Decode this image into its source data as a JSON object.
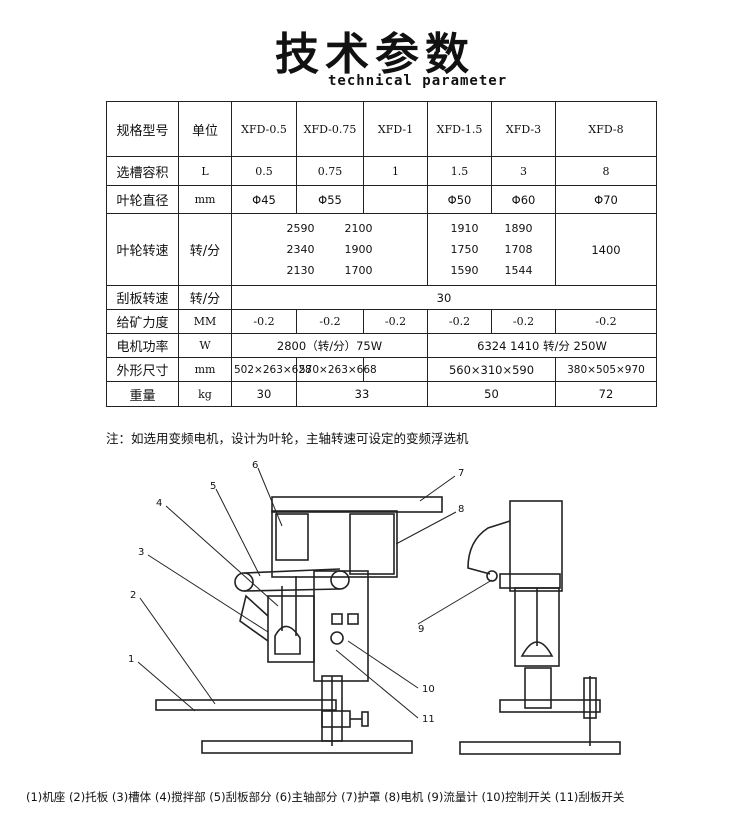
{
  "header": {
    "title": "技术参数",
    "subtitle": "technical parameter"
  },
  "table": {
    "header": [
      "规格型号",
      "单位",
      "XFD-0.5",
      "XFD-0.75",
      "XFD-1",
      "XFD-1.5",
      "XFD-3",
      "XFD-8"
    ],
    "rows": {
      "volume": {
        "label": "选槽容积",
        "unit": "L",
        "values": [
          "0.5",
          "0.75",
          "1",
          "1.5",
          "3",
          "8"
        ]
      },
      "diameter": {
        "label": "叶轮直径",
        "unit": "mm",
        "values": [
          "Φ45",
          "Φ55",
          "Φ50",
          "Φ60",
          "Φ70"
        ]
      },
      "speed": {
        "label": "叶轮转速",
        "unit": "转/分",
        "col_a": [
          "2590",
          "2340",
          "2130"
        ],
        "col_b": [
          "2100",
          "1900",
          "1700"
        ],
        "col_c": [
          "1910",
          "1750",
          "1590"
        ],
        "col_d": [
          "1890",
          "1708",
          "1544"
        ],
        "col_e": "1400"
      },
      "scraper": {
        "label": "刮板转速",
        "unit": "转/分",
        "value": "30"
      },
      "feed": {
        "label": "给矿力度",
        "unit": "MM",
        "values": [
          "-0.2",
          "-0.2",
          "-0.2",
          "-0.2",
          "-0.2",
          "-0.2"
        ]
      },
      "motor": {
        "label": "电机功率",
        "unit": "W",
        "values": [
          "2800（转/分）75W",
          "6324 1410 转/分 250W"
        ]
      },
      "size": {
        "label": "外形尺寸",
        "unit": "mm",
        "values": [
          "502×263×628",
          "570×263×668",
          "560×310×590",
          "380×505×970"
        ]
      },
      "weight": {
        "label": "重量",
        "unit": "kg",
        "values": [
          "30",
          "33",
          "50",
          "72"
        ]
      }
    }
  },
  "note": "注：如选用变频电机，设计为叶轮，主轴转速可设定的变频浮选机",
  "diagram": {
    "callouts": [
      "1",
      "2",
      "3",
      "4",
      "5",
      "6",
      "7",
      "8",
      "9",
      "10",
      "11"
    ]
  },
  "caption": "(1)机座 (2)托板 (3)槽体 (4)搅拌部 (5)刮板部分 (6)主轴部分 (7)护罩 (8)电机 (9)流量计 (10)控制开关 (11)刮板开关"
}
